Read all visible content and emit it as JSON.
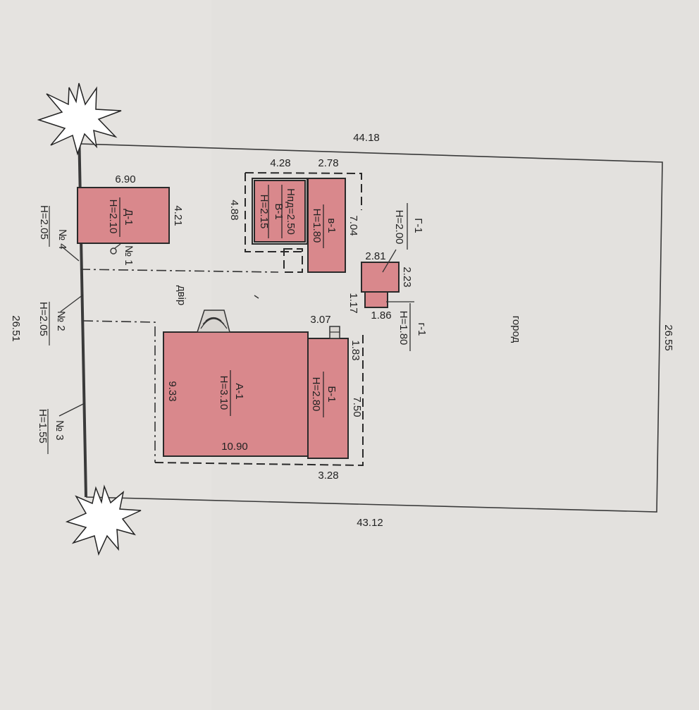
{
  "plot": {
    "top_length": "44.18",
    "bottom_length": "43.12",
    "left_length": "26.51",
    "right_length": "26.55",
    "area_garden": "город",
    "area_yard": "двір"
  },
  "fences": [
    {
      "num": "№ 4",
      "height": "H=2.05"
    },
    {
      "num": "№ 2",
      "height": "H=2.05"
    },
    {
      "num": "№ 3",
      "height": "H=1.55"
    },
    {
      "num": "№ 1"
    }
  ],
  "buildings": {
    "D1": {
      "name": "Д-1",
      "height": "H=2.10",
      "w": "6.90",
      "h": "4.21"
    },
    "V1_big": {
      "name": "В-1",
      "height": "H=2.15",
      "height_pd": "Hпд=2.50",
      "w": "4.28",
      "h": "4.88"
    },
    "v1_small": {
      "name": "в-1",
      "height": "H=1.80",
      "w": "2.78",
      "h": "7.04"
    },
    "G1": {
      "name": "Г-1",
      "height": "H=2.00",
      "w": "2.81",
      "h": "2.23"
    },
    "g1": {
      "name": "г-1",
      "height": "H=1.80",
      "w": "1.86",
      "h": "1.17"
    },
    "A1": {
      "name": "А-1",
      "height": "H=3.10",
      "w": "10.90",
      "h": "9.33"
    },
    "B1": {
      "name": "Б-1",
      "height": "H=2.80",
      "w": "3.28",
      "h": "7.50",
      "dim_small": "1.83",
      "porch": "3.07"
    }
  },
  "colors": {
    "paper": "#e3e1de",
    "building_fill": "#d9888c",
    "line": "#2a2a2a"
  }
}
